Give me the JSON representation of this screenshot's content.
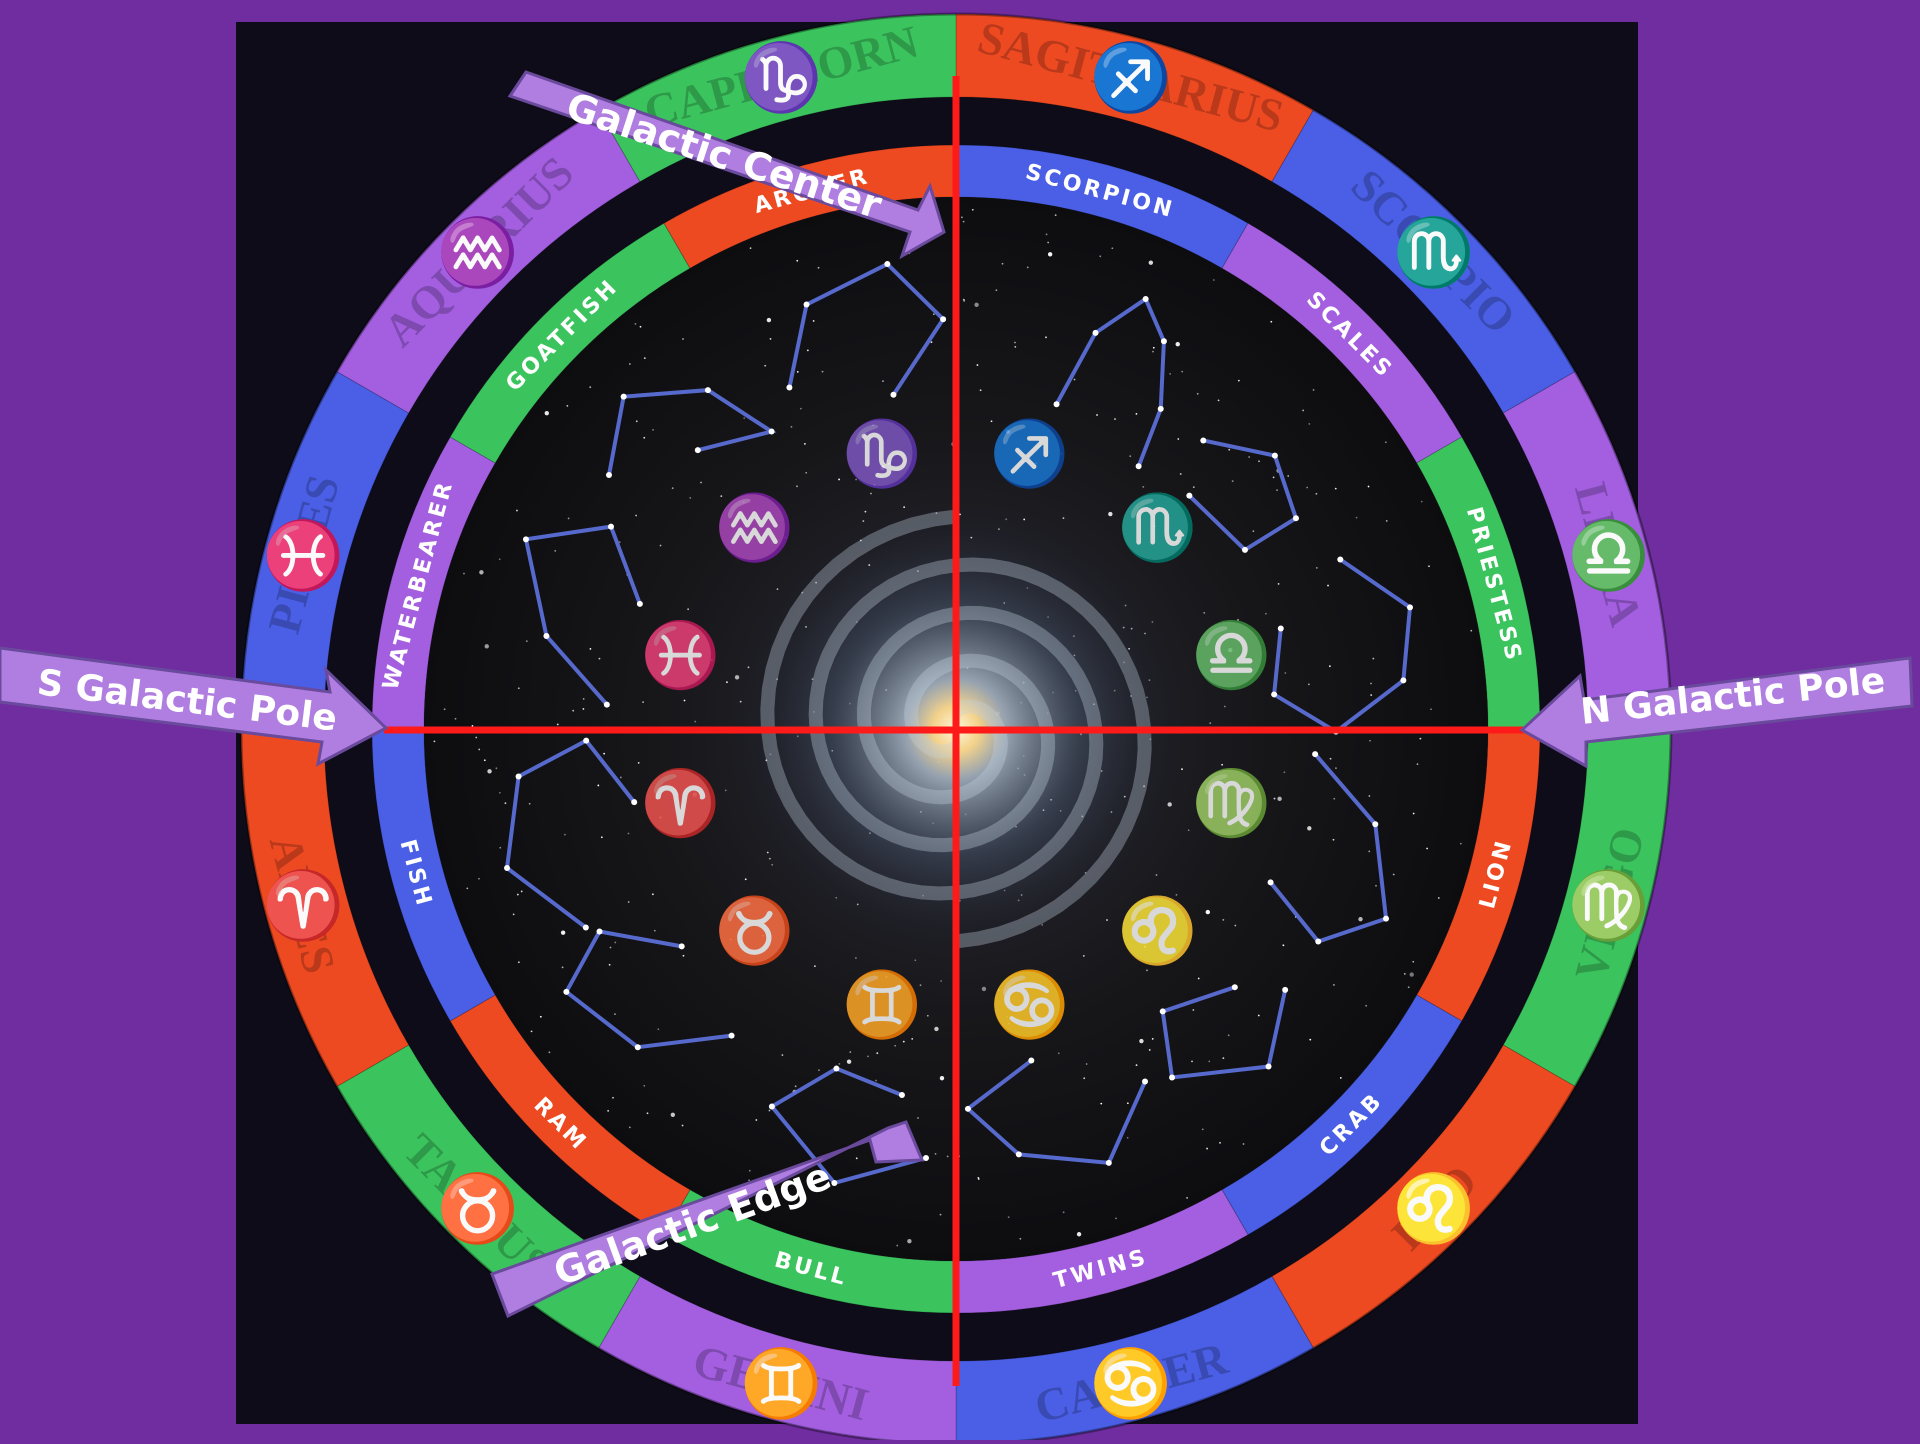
{
  "colors": {
    "page_background": "#6f2da0",
    "panel_background": "#0e0c18",
    "axis_line": "#ff1a1a",
    "constellation_line": "#5b6fd6",
    "callout_fill": "#b07ee0",
    "callout_border": "#6a4a9c",
    "ring_red": "#ee4a22",
    "ring_green": "#3bc45e",
    "ring_blue": "#4a5fe6",
    "ring_purple": "#a35fe0"
  },
  "outer_ring": [
    {
      "name": "SAGITTARIUS",
      "glyph": "♐",
      "color": "ring_red"
    },
    {
      "name": "SCORPIO",
      "glyph": "♏",
      "color": "ring_blue"
    },
    {
      "name": "LIBRA",
      "glyph": "♎",
      "color": "ring_purple"
    },
    {
      "name": "VIRGO",
      "glyph": "♍",
      "color": "ring_green"
    },
    {
      "name": "LEO",
      "glyph": "♌",
      "color": "ring_red"
    },
    {
      "name": "CANCER",
      "glyph": "♋",
      "color": "ring_blue"
    },
    {
      "name": "GEMINI",
      "glyph": "♊",
      "color": "ring_purple"
    },
    {
      "name": "TAURUS",
      "glyph": "♉",
      "color": "ring_green"
    },
    {
      "name": "ARIES",
      "glyph": "♈",
      "color": "ring_red"
    },
    {
      "name": "PISCES",
      "glyph": "♓",
      "color": "ring_blue"
    },
    {
      "name": "AQUARIUS",
      "glyph": "♒",
      "color": "ring_purple"
    },
    {
      "name": "CAPRICORN",
      "glyph": "♑",
      "color": "ring_green"
    }
  ],
  "inner_ring": [
    {
      "label": "SCORPION",
      "color": "ring_blue"
    },
    {
      "label": "SCALES",
      "color": "ring_purple"
    },
    {
      "label": "PRIESTESS",
      "color": "ring_green"
    },
    {
      "label": "LION",
      "color": "ring_red"
    },
    {
      "label": "CRAB",
      "color": "ring_blue"
    },
    {
      "label": "TWINS",
      "color": "ring_purple"
    },
    {
      "label": "BULL",
      "color": "ring_green"
    },
    {
      "label": "RAM",
      "color": "ring_red"
    },
    {
      "label": "FISH",
      "color": "ring_blue"
    },
    {
      "label": "WATERBEARER",
      "color": "ring_purple"
    },
    {
      "label": "GOATFISH",
      "color": "ring_green"
    },
    {
      "label": "ARCHER",
      "color": "ring_red"
    }
  ],
  "callouts": {
    "galactic_center": "Galactic Center",
    "s_galactic_pole": "S Galactic Pole",
    "n_galactic_pole": "N Galactic Pole",
    "galactic_edge": "Galactic Edge"
  }
}
